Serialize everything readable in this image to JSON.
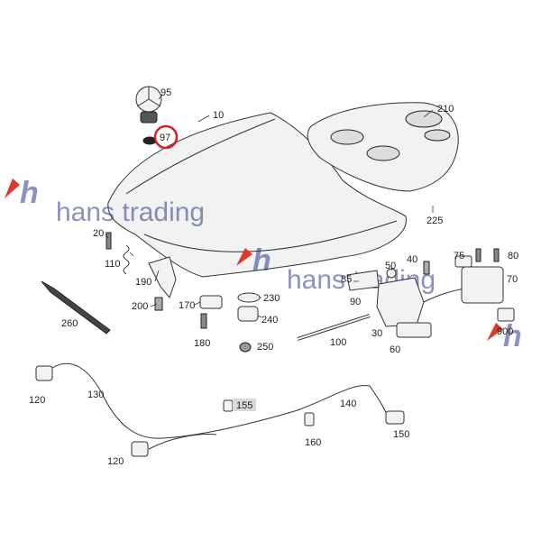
{
  "watermark": {
    "text": "hans trading",
    "accent_color": "#2f3a8a",
    "logo_red": "#d93a2b"
  },
  "callouts": [
    "95",
    "97",
    "10",
    "210",
    "225",
    "20",
    "110",
    "190",
    "200",
    "170",
    "230",
    "240",
    "180",
    "250",
    "85",
    "90",
    "50",
    "40",
    "75",
    "80",
    "70",
    "100",
    "30",
    "60",
    "900",
    "260",
    "120",
    "130",
    "155",
    "140",
    "160",
    "150",
    "120"
  ],
  "highlight": {
    "label": "97",
    "color": "#d32020"
  }
}
